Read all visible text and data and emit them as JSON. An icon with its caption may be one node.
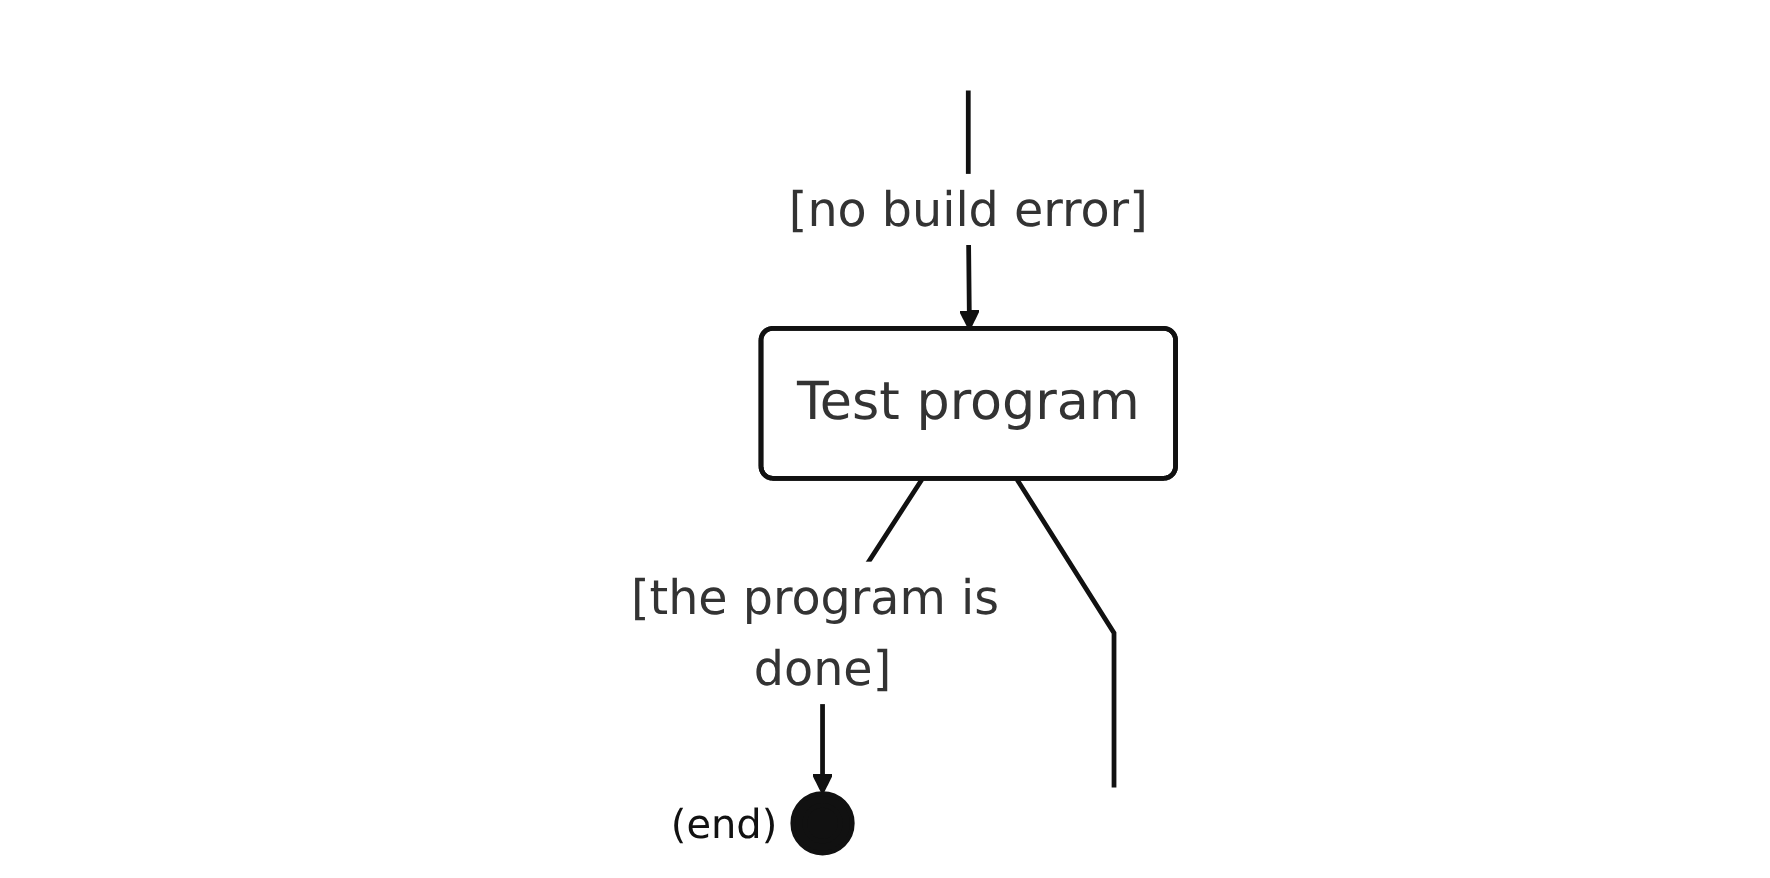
{
  "diagram": {
    "nodes": [
      {
        "text": [
          "Test program"
        ]
      },
      {
        "text": [],
        "shape": "circle",
        "beside": [
          "(end)"
        ]
      }
    ],
    "edges": [
      {
        "from": null,
        "to": 0,
        "arrow": "to",
        "label": "[no build error]"
      },
      {
        "from": 0,
        "to": 1,
        "arrow": "to",
        "label": "[the program is done]"
      },
      {
        "from": 0,
        "to": null,
        "arrow": "none"
      }
    ]
  }
}
